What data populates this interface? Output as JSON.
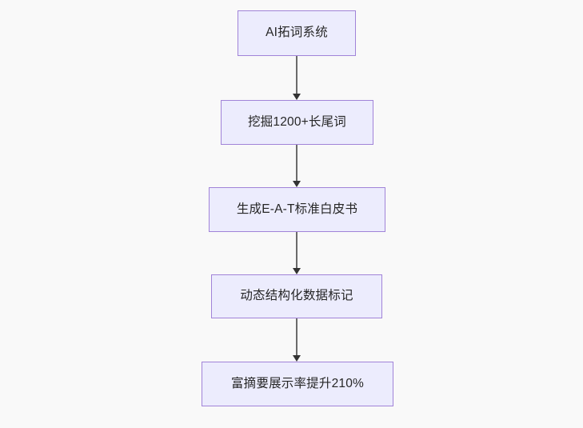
{
  "diagram": {
    "type": "flowchart",
    "direction": "top-to-bottom",
    "background_color": "#f9f9f9",
    "node_fill_color": "#ececfd",
    "node_border_color": "#a183d8",
    "node_text_color": "#262626",
    "edge_color": "#6b6b6b",
    "arrowhead_color": "#333333",
    "nodes": [
      {
        "id": "n1",
        "label": "AI拓词系统"
      },
      {
        "id": "n2",
        "label": "挖掘1200+长尾词"
      },
      {
        "id": "n3",
        "label": "生成E-A-T标准白皮书"
      },
      {
        "id": "n4",
        "label": "动态结构化数据标记"
      },
      {
        "id": "n5",
        "label": "富摘要展示率提升210%"
      }
    ],
    "edges": [
      {
        "from": "n1",
        "to": "n2",
        "label": ""
      },
      {
        "from": "n2",
        "to": "n3",
        "label": ""
      },
      {
        "from": "n3",
        "to": "n4",
        "label": ""
      },
      {
        "from": "n4",
        "to": "n5",
        "label": ""
      }
    ]
  }
}
